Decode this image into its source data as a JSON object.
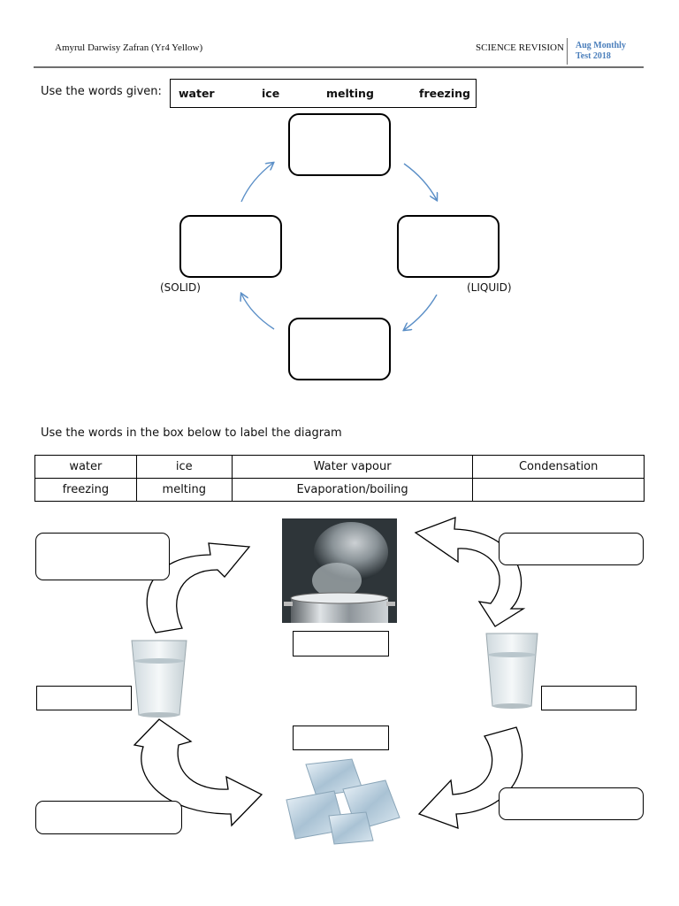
{
  "header": {
    "student": "Amyrul Darwisy Zafran (Yr4 Yellow)",
    "subject": "SCIENCE REVISION",
    "test_line1": "Aug Monthly",
    "test_line2": "Test 2018"
  },
  "section1": {
    "instruction": "Use the words given:",
    "words": [
      "water",
      "ice",
      "melting",
      "freezing"
    ],
    "label_solid": "(SOLID)",
    "label_liquid": "(LIQUID)"
  },
  "section2": {
    "instruction": "Use the words in the box below to label the diagram",
    "table": [
      [
        "water",
        "ice",
        "Water vapour",
        "Condensation"
      ],
      [
        "freezing",
        "melting",
        "Evaporation/boiling",
        ""
      ]
    ]
  },
  "colors": {
    "header_accent": "#4a7ebb",
    "arrow_blue": "#5b8fc7",
    "rule": "#6f6f6f"
  },
  "images": [
    "boiling-pot",
    "glass-of-water",
    "glass-of-water",
    "ice-cubes"
  ]
}
